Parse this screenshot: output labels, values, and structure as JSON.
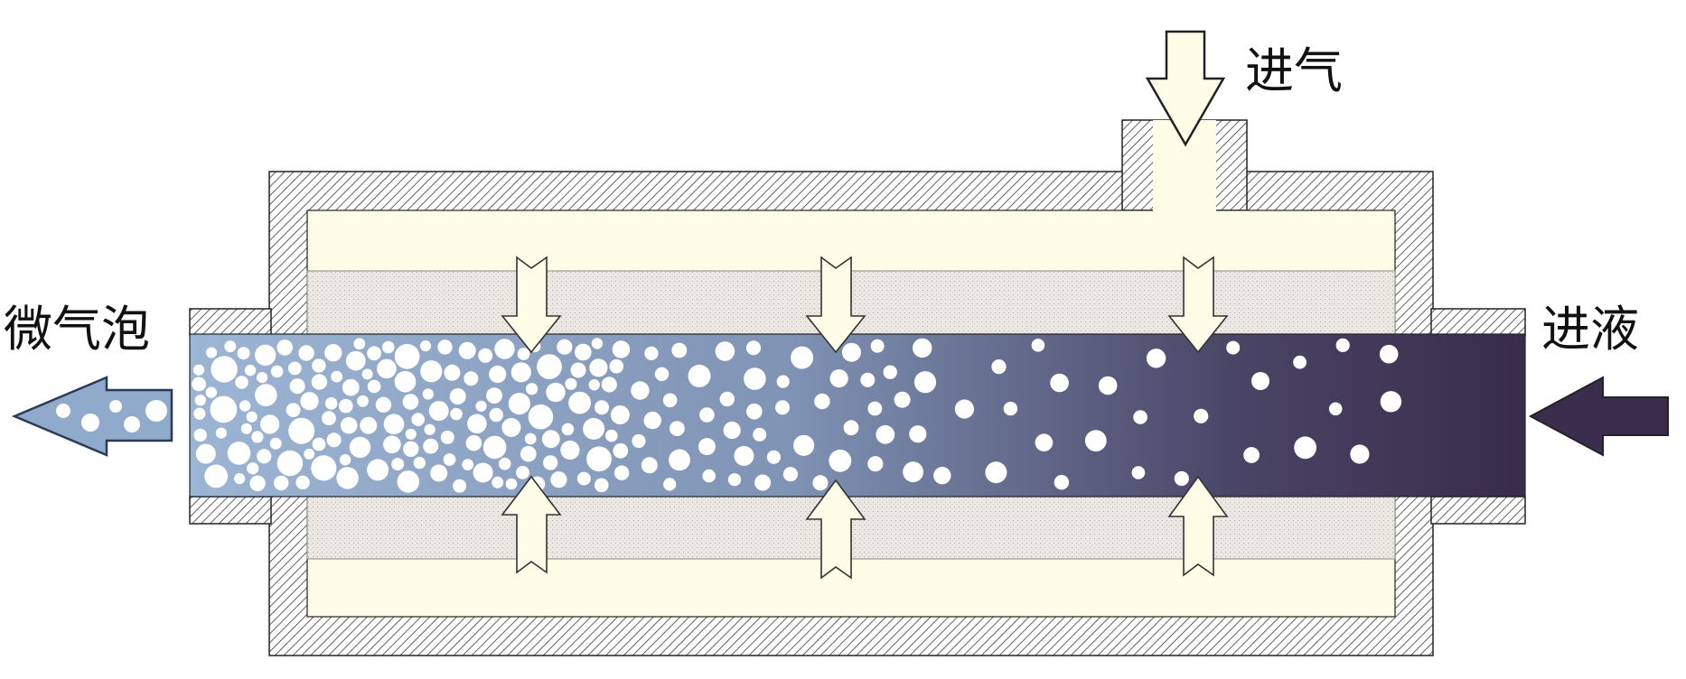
{
  "labels": {
    "gas_inlet": "进气",
    "liquid_inlet": "进液",
    "microbubble_outlet": "微气泡"
  },
  "colors": {
    "housing_hatch": "#3a3a3a",
    "gas_chamber": "#fdfde8",
    "porous_membrane": "#ece9e4",
    "liquid_inlet": "#3a2d4e",
    "bubbly_outlet": "#8faacb",
    "arrow_fill": "#fdfde8",
    "outline": "#222222",
    "bubble": "#ffffff"
  },
  "icons": {
    "gas_inlet_arrow": "arrow-down-icon",
    "liquid_inlet_arrow": "arrow-left-icon",
    "outlet_arrow": "arrow-left-icon",
    "gas_permeation_arrows": [
      "arrow-down-icon",
      "arrow-up-icon"
    ]
  }
}
